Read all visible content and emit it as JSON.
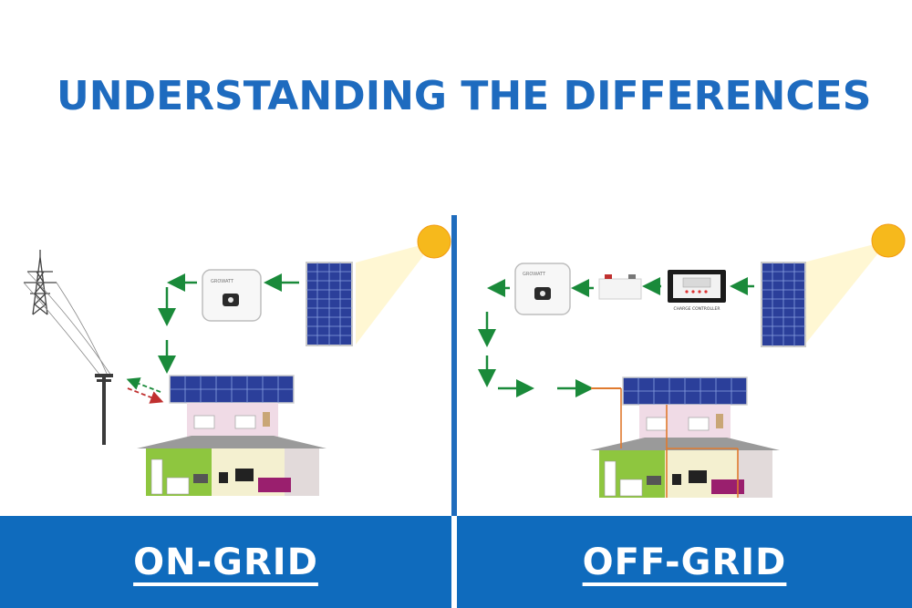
{
  "title": "UNDERSTANDING THE DIFFERENCES",
  "panels": {
    "left": {
      "label": "ON-GRID",
      "inverter_brand": "GROWATT"
    },
    "right": {
      "label": "OFF-GRID",
      "inverter_brand": "GROWATT",
      "controller_label": "CHARGE CONTROLLER"
    }
  },
  "colors": {
    "title": "#1e6bbf",
    "band": "#0f6bbd",
    "arrow_green": "#1a8a3a",
    "arrow_red": "#c0302f",
    "sun": "#f6b91c",
    "panel": "#2b3f9a"
  },
  "icons": [
    "sun-icon",
    "solar-panel-icon",
    "inverter-icon",
    "battery-icon",
    "charge-controller-icon",
    "transmission-tower-icon",
    "utility-pole-icon",
    "house-icon"
  ]
}
